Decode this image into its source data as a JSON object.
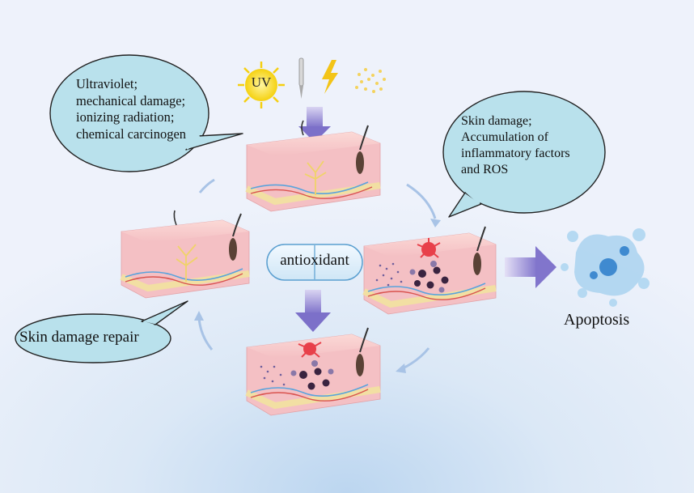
{
  "stimuli": {
    "uv_label": "UV",
    "icons": [
      "sun-icon",
      "needle-icon",
      "lightning-icon",
      "particles-icon"
    ]
  },
  "bubbles": {
    "causes": [
      "Ultraviolet;",
      "mechanical damage;",
      "ionizing radiation;",
      "chemical carcinogen"
    ],
    "damage": [
      "Skin damage;",
      "Accumulation of",
      "inflammatory factors",
      "and ROS"
    ],
    "repair": "Skin damage repair"
  },
  "center": {
    "antioxidant": "antioxidant"
  },
  "outcome": {
    "apoptosis": "Apoptosis"
  },
  "colors": {
    "bubble_fill": "#b9e1ec",
    "arrow_purple": "#8a7fd0",
    "skin_pink": "#f6c4c8",
    "fat_yellow": "#f7e3a8",
    "cell_blue": "#5aa3dc"
  }
}
